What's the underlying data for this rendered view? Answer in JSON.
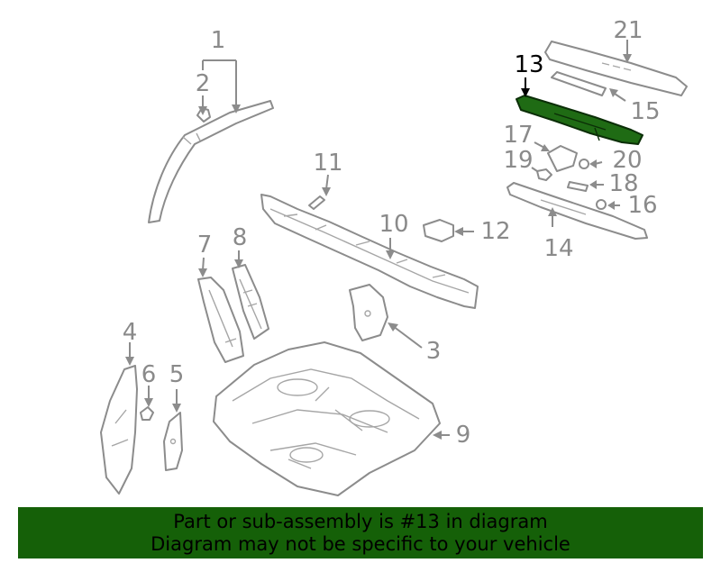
{
  "diagram": {
    "callouts": {
      "c1": "1",
      "c2": "2",
      "c3": "3",
      "c4": "4",
      "c5": "5",
      "c6": "6",
      "c7": "7",
      "c8": "8",
      "c9": "9",
      "c10": "10",
      "c11": "11",
      "c12": "12",
      "c13": "13",
      "c14": "14",
      "c15": "15",
      "c16": "16",
      "c17": "17",
      "c18": "18",
      "c19": "19",
      "c20": "20",
      "c21": "21"
    },
    "highlighted_part": "13",
    "colors": {
      "highlight": "#1f6b14",
      "banner": "#156008",
      "line": "#8c8c8c"
    }
  },
  "banner": {
    "line1": "Part or sub-assembly is #13 in diagram",
    "line2": "Diagram may not be specific to your vehicle"
  }
}
